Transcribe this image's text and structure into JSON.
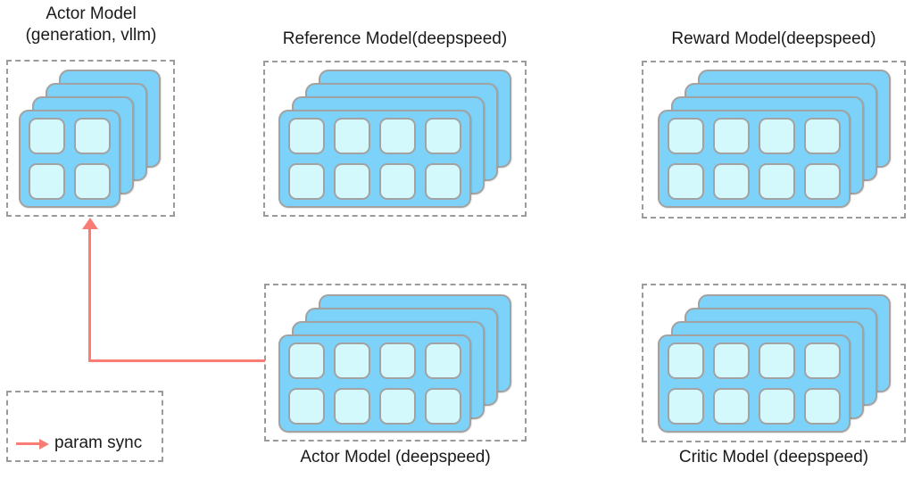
{
  "colors": {
    "background": "#ffffff",
    "card_blue": "#7cd2f8",
    "cell_cyan": "#d4f9fd",
    "card_border": "#a2a2a2",
    "dashed_border": "#9b9b9b",
    "arrow_red": "#f97d74",
    "text": "#1a1a1a"
  },
  "nodes": {
    "actor_vllm": {
      "title_line1": "Actor Model",
      "title_line2": "(generation, vllm)",
      "layers": 4,
      "grid_rows": 2,
      "grid_cols": 2
    },
    "reference": {
      "title": "Reference Model(deepspeed)",
      "layers": 4,
      "grid_rows": 2,
      "grid_cols": 4
    },
    "reward": {
      "title": "Reward Model(deepspeed)",
      "layers": 4,
      "grid_rows": 2,
      "grid_cols": 4
    },
    "actor_ds": {
      "title": "Actor Model (deepspeed)",
      "layers": 4,
      "grid_rows": 2,
      "grid_cols": 4
    },
    "critic": {
      "title": "Critic Model (deepspeed)",
      "layers": 4,
      "grid_rows": 2,
      "grid_cols": 4
    }
  },
  "legend": {
    "label": "param sync"
  },
  "edges": [
    {
      "from": "actor_ds",
      "to": "actor_vllm",
      "type": "param sync"
    }
  ]
}
